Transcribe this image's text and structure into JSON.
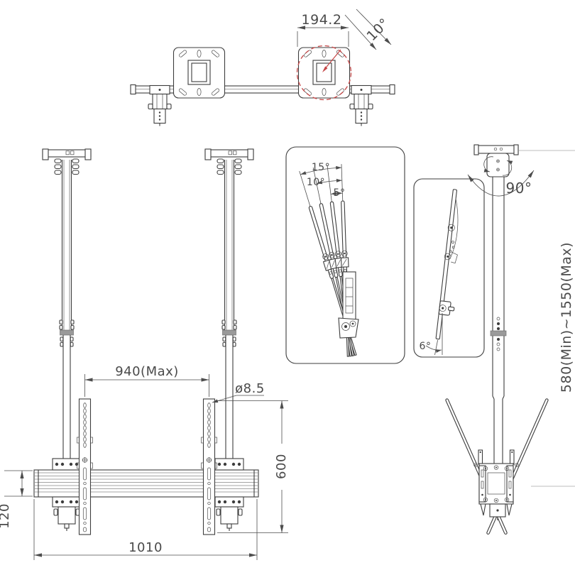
{
  "labels": {
    "top_view": {
      "plate_width": "194.2",
      "swivel_angle": "10°"
    },
    "tilt_detail": {
      "a15": "15°",
      "a10": "10°",
      "a5": "5°"
    },
    "side_tilt_detail": {
      "a6": "6°"
    },
    "side_view": {
      "swivel": "90°",
      "height_range": "580(Min)~1550(Max)"
    },
    "front_view": {
      "max_spacing": "940(Max)",
      "hole_dia": "ø8.5",
      "bracket_height": "600",
      "rail_length": "1010",
      "rail_height": "120"
    }
  },
  "colors": {
    "line": "#3d3d3d",
    "dimension": "#4d4d4d",
    "highlight_red": "#c54646",
    "collar_gray": "#9a9a9a",
    "extension_gray": "#bcbcbc",
    "background": "#ffffff"
  }
}
